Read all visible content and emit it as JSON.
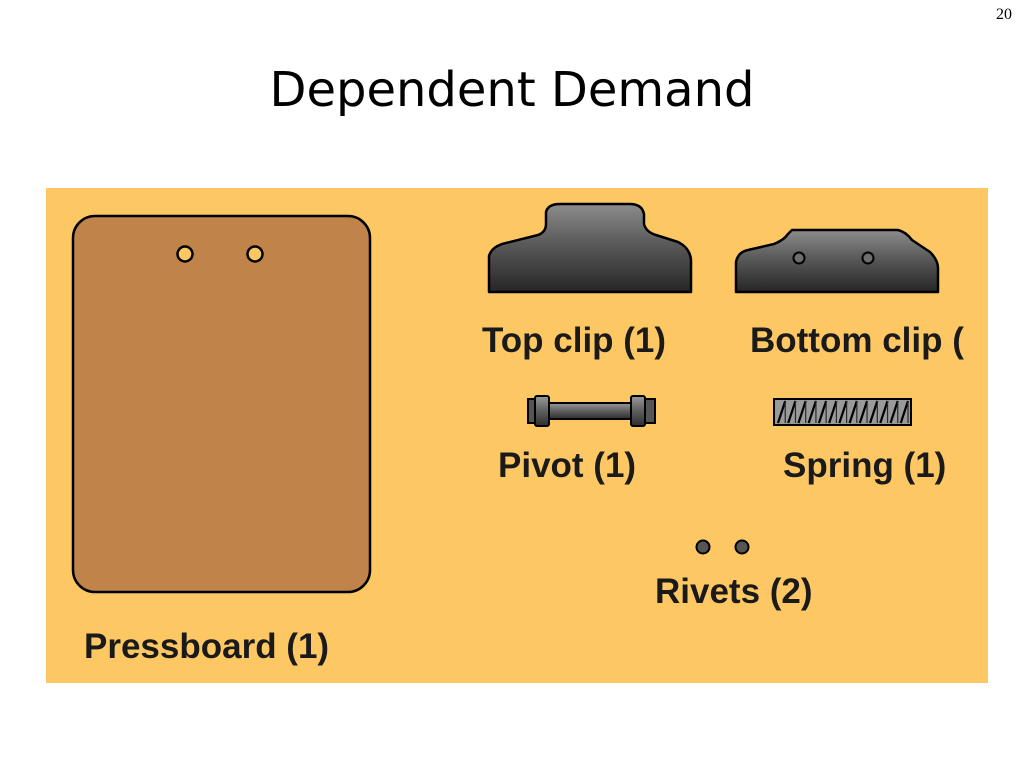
{
  "slide": {
    "number": "20",
    "title": "Dependent Demand"
  },
  "figure": {
    "background_color": "#fdc863",
    "parts": {
      "pressboard": "Pressboard (1)",
      "top_clip": "Top clip (1)",
      "bottom_clip": "Bottom clip (",
      "pivot": "Pivot (1)",
      "spring": "Spring (1)",
      "rivets": "Rivets (2)"
    },
    "colors": {
      "pressboard": "#c0834a",
      "metal_dark": "#3a3a3a",
      "metal_light": "#8a8a8a"
    }
  }
}
